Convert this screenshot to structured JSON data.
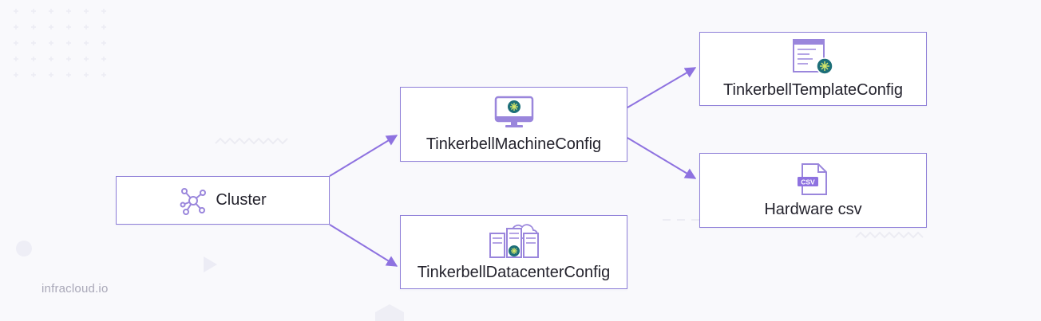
{
  "diagram": {
    "nodes": {
      "cluster": {
        "label": "Cluster",
        "icon": "cluster-network-icon"
      },
      "machine_config": {
        "label": "TinkerbellMachineConfig",
        "icon": "monitor-icon"
      },
      "datacenter_config": {
        "label": "TinkerbellDatacenterConfig",
        "icon": "servers-cloud-icon"
      },
      "template_config": {
        "label": "TinkerbellTemplateConfig",
        "icon": "template-document-icon"
      },
      "hardware_csv": {
        "label": "Hardware csv",
        "icon": "csv-file-icon",
        "badge": "CSV"
      }
    },
    "edges": [
      {
        "from": "Cluster",
        "to": "TinkerbellMachineConfig"
      },
      {
        "from": "Cluster",
        "to": "TinkerbellDatacenterConfig"
      },
      {
        "from": "TinkerbellMachineConfig",
        "to": "TinkerbellTemplateConfig"
      },
      {
        "from": "TinkerbellMachineConfig",
        "to": "Hardware csv"
      }
    ]
  },
  "watermark": "infracloud.io",
  "colors": {
    "accent": "#8e72e0",
    "border": "#8e7fd8",
    "icon_stroke": "#9a86dc",
    "teal": "#1d8a8a",
    "background": "#f9f9fc"
  }
}
